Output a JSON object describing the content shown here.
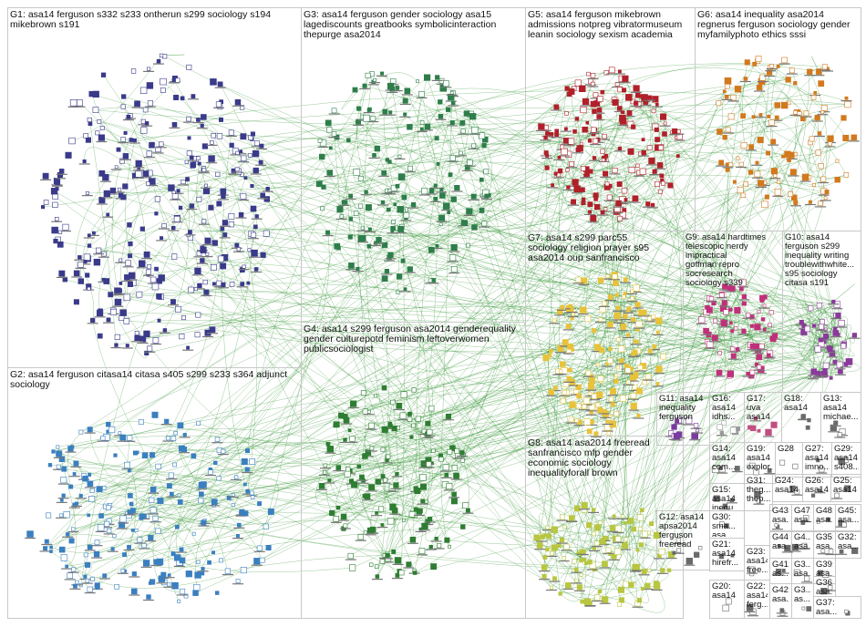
{
  "groups": [
    {
      "id": "G1",
      "text": "G1: asa14 ferguson s332 s233 ontherun s299 sociology s194\nmikebrown s191",
      "color": "#3a3a8a",
      "count": 300,
      "core": "#8a2b50"
    },
    {
      "id": "G2",
      "text": "G2: asa14 ferguson citasa14 citasa s405 s299 s233 s364 adjunct\nsociology",
      "color": "#3a7fc0",
      "count": 210,
      "core": "#3a7fc0"
    },
    {
      "id": "G3",
      "text": "G3: asa14 ferguson gender sociology asa15\nlagediscounts greatbooks symbolicinteraction\nthepurge asa2014",
      "color": "#2e7d4a",
      "count": 170,
      "core": "#2e7d4a"
    },
    {
      "id": "G4",
      "text": "G4: asa14 s299 ferguson asa2014 genderequality\ngender culturepotd feminism leftoverwomen\npublicsociologist",
      "color": "#2e7d32",
      "count": 150,
      "core": "#2e7d32"
    },
    {
      "id": "G5",
      "text": "G5: asa14 ferguson mikebrown\nadmissions notpreg vibratormuseum\nleanin sociology sexism academia",
      "color": "#b0202a",
      "count": 170,
      "core": "#b0202a"
    },
    {
      "id": "G6",
      "text": "G6: asa14 inequality asa2014\nregnerus ferguson sociology gender\nmyfamilyphoto ethics sssi",
      "color": "#d2791d",
      "count": 110,
      "core": "#d2791d"
    },
    {
      "id": "G7",
      "text": "G7: asa14 s299 parc55\nsociology religion prayer s95\nasa2014 oup sanfrancisco",
      "color": "#e8c23a",
      "count": 150,
      "core": "#e8c23a"
    },
    {
      "id": "G8",
      "text": "G8: asa14 asa2014 freeread\nsanfrancisco mfp gender\neconomic sociology\ninequalityforall brown",
      "color": "#b8c640",
      "count": 110,
      "core": "#b8c640"
    },
    {
      "id": "G9",
      "text": "G9: asa14 hardtimes\ntelescopic nerdy impractical\ngoffman repro socresearch\nsociology s339",
      "color": "#c0307a",
      "count": 70,
      "core": "#c0307a"
    },
    {
      "id": "G10",
      "text": "G10: asa14\nferguson s299\ninequality writing\ntroublewithwhite...\ns95 sociology\ncitasa s191",
      "color": "#8a3a9a",
      "count": 45,
      "core": "#8a3a9a"
    },
    {
      "id": "G11",
      "text": "G11: asa14\ninequality\nferguson",
      "color": "#7a3aa0",
      "count": 12,
      "core": "#7a3aa0"
    },
    {
      "id": "G16",
      "text": "G16:\nasa14\nidhs...",
      "color": "#9a9a9a",
      "count": 8,
      "core": "#9a9a9a"
    },
    {
      "id": "G17",
      "text": "G17:\nuva\nasa14",
      "color": "#c05080",
      "count": 6,
      "core": "#c05080"
    },
    {
      "id": "G18",
      "text": "G18:\nasa14",
      "color": "#6a6a6a",
      "count": 4,
      "core": "#6a6a6a"
    },
    {
      "id": "G13",
      "text": "G13:\nasa14\nmichae...",
      "color": "#6a6a6a",
      "count": 4,
      "core": "#6a6a6a"
    },
    {
      "id": "G14",
      "text": "G14:\nasa14\ncom...",
      "color": "#6a6a6a",
      "count": 4,
      "core": "#6a6a6a"
    },
    {
      "id": "G19",
      "text": "G19:\nasa14\nexplor...",
      "color": "#6a6a6a",
      "count": 3,
      "core": "#6a6a6a"
    },
    {
      "id": "G28",
      "text": "G28",
      "color": "#6a6a6a",
      "count": 2,
      "core": "#6a6a6a"
    },
    {
      "id": "G27",
      "text": "G27:\nasa14\nimno...",
      "color": "#6a6a6a",
      "count": 2,
      "core": "#6a6a6a"
    },
    {
      "id": "G29",
      "text": "G29:\nasa14\ns408...",
      "color": "#6a6a6a",
      "count": 2,
      "core": "#6a6a6a"
    },
    {
      "id": "G15",
      "text": "G15:\nasa14\ninequ...",
      "color": "#6a6a6a",
      "count": 3,
      "core": "#6a6a6a"
    },
    {
      "id": "G31",
      "text": "G31:\ntheg...\nthep...",
      "color": "#6a6a6a",
      "count": 2,
      "core": "#6a6a6a"
    },
    {
      "id": "G24",
      "text": "G24:\nasa14",
      "color": "#6a6a6a",
      "count": 2,
      "core": "#6a6a6a"
    },
    {
      "id": "G26",
      "text": "G26:\nasa14",
      "color": "#6a6a6a",
      "count": 2,
      "core": "#6a6a6a"
    },
    {
      "id": "G25",
      "text": "G25:\nasa14",
      "color": "#6a6a6a",
      "count": 2,
      "core": "#6a6a6a"
    },
    {
      "id": "G12",
      "text": "G12: asa14\napsa2014\nferguson\nfreeread",
      "color": "#6a6a6a",
      "count": 6,
      "core": "#6a6a6a"
    },
    {
      "id": "G30",
      "text": "G30:\nsma...\nasa...",
      "color": "#6a6a6a",
      "count": 2,
      "core": "#6a6a6a"
    },
    {
      "id": "G43",
      "text": "G43:\nasa...",
      "color": "#6a6a6a",
      "count": 2,
      "core": "#6a6a6a"
    },
    {
      "id": "G47",
      "text": "G47:\nasa...",
      "color": "#6a6a6a",
      "count": 2,
      "core": "#6a6a6a"
    },
    {
      "id": "G48",
      "text": "G48:\nasa...",
      "color": "#6a6a6a",
      "count": 2,
      "core": "#6a6a6a"
    },
    {
      "id": "G45",
      "text": "G45:\nasa...",
      "color": "#6a6a6a",
      "count": 2,
      "core": "#6a6a6a"
    },
    {
      "id": "G21",
      "text": "G21:\nasa14\nhirefr...",
      "color": "#6a6a6a",
      "count": 2,
      "core": "#6a6a6a"
    },
    {
      "id": "G44",
      "text": "G44:\nasa...",
      "color": "#6a6a6a",
      "count": 2,
      "core": "#6a6a6a"
    },
    {
      "id": "G4x",
      "text": "G4...\nasa...",
      "color": "#6a6a6a",
      "count": 2,
      "core": "#6a6a6a"
    },
    {
      "id": "G35",
      "text": "G35:\nasa...",
      "color": "#6a6a6a",
      "count": 2,
      "core": "#6a6a6a"
    },
    {
      "id": "G32",
      "text": "G32:\nasa...",
      "color": "#6a6a6a",
      "count": 2,
      "core": "#6a6a6a"
    },
    {
      "id": "G23",
      "text": "G23:\nasa14\nfree...",
      "color": "#6a6a6a",
      "count": 2,
      "core": "#6a6a6a"
    },
    {
      "id": "G41",
      "text": "G41:\nas...",
      "color": "#6a6a6a",
      "count": 2,
      "core": "#6a6a6a"
    },
    {
      "id": "G33",
      "text": "G3...\nasa...",
      "color": "#6a6a6a",
      "count": 2,
      "core": "#6a6a6a"
    },
    {
      "id": "G39",
      "text": "G39:\nasa...",
      "color": "#6a6a6a",
      "count": 2,
      "core": "#6a6a6a"
    },
    {
      "id": "G20",
      "text": "G20:\nasa14",
      "color": "#6a6a6a",
      "count": 2,
      "core": "#6a6a6a"
    },
    {
      "id": "G22",
      "text": "G22:\nasa14\nferg...",
      "color": "#6a6a6a",
      "count": 2,
      "core": "#6a6a6a"
    },
    {
      "id": "G42",
      "text": "G42:\nasa...",
      "color": "#6a6a6a",
      "count": 2,
      "core": "#6a6a6a"
    },
    {
      "id": "G3x",
      "text": "G3...\nas...",
      "color": "#6a6a6a",
      "count": 2,
      "core": "#6a6a6a"
    },
    {
      "id": "G36",
      "text": "G36:\nasa...",
      "color": "#6a6a6a",
      "count": 2,
      "core": "#6a6a6a"
    },
    {
      "id": "G37",
      "text": "G37:\nasa...",
      "color": "#6a6a6a",
      "count": 2,
      "core": "#6a6a6a"
    }
  ],
  "edge_color": "#1f8a1f",
  "edge_count": 900,
  "border_color": "#c8c8c8"
}
